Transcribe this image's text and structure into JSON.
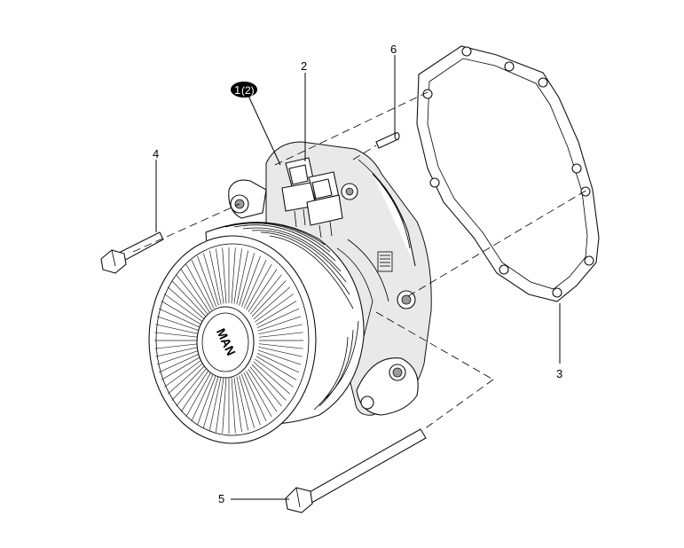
{
  "callouts": {
    "c1": "1",
    "c1_sub": "(2)",
    "c2": "2",
    "c3": "3",
    "c4": "4",
    "c5": "5",
    "c6": "6"
  },
  "hub_logo_text": "MAN"
}
